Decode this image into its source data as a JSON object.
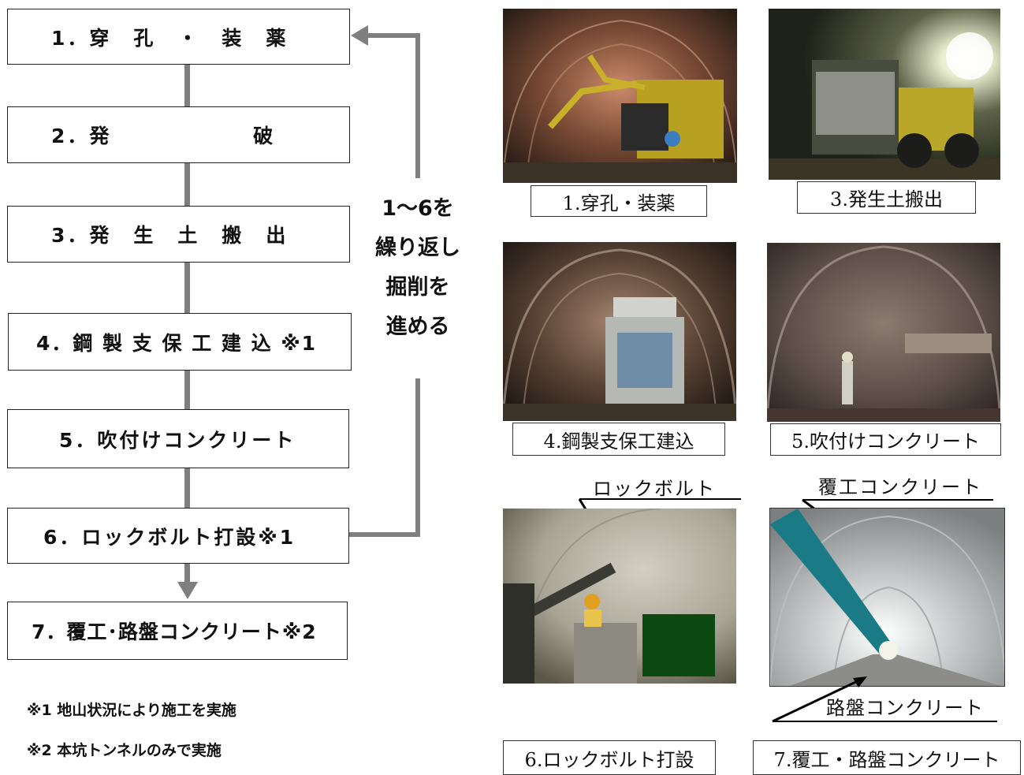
{
  "steps": [
    {
      "label": "1．穿　孔　・　装　薬"
    },
    {
      "label": "2．発　　　　　　 破"
    },
    {
      "label": "3．発　生　土　搬　出"
    },
    {
      "label": "4．鋼 製 支 保 工 建 込 ※1"
    },
    {
      "label": "5．吹付けコンクリート"
    },
    {
      "label": "6．ロックボルト打設※1"
    },
    {
      "label": "7．覆工･路盤コンクリート※2"
    }
  ],
  "cycle_text": [
    "1～6を",
    "繰り返し",
    "掘削を",
    "進める"
  ],
  "notes": [
    "※1 地山状況により施工を実施",
    "※2 本坑トンネルのみで実施"
  ],
  "photos": [
    {
      "caption": "1.穿孔・装薬"
    },
    {
      "caption": "3.発生土搬出"
    },
    {
      "caption": "4.鋼製支保工建込"
    },
    {
      "caption": "5.吹付けコンクリート"
    },
    {
      "caption": "6.ロックボルト打設"
    },
    {
      "caption": "7.覆工・路盤コンクリート"
    }
  ],
  "annotations": {
    "rockbolt": "ロックボルト",
    "lining": "覆工コンクリート",
    "roadbed": "路盤コンクリート"
  },
  "colors": {
    "connector": "#7f7f7f",
    "box_border": "#222222",
    "green_panel": "#0c4a12"
  }
}
